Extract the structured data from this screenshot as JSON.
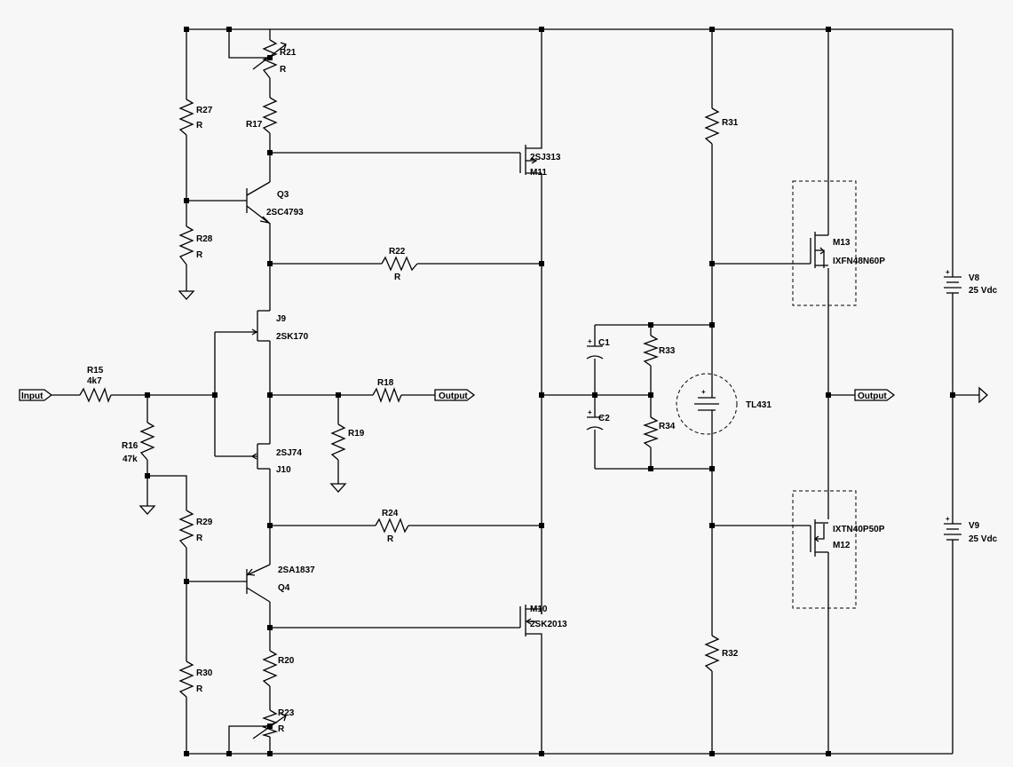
{
  "labels": {
    "R21": "R21",
    "R21v": "R",
    "R27": "R27",
    "R27v": "R",
    "R17": "R17",
    "Q3": "Q3",
    "Q3v": "2SC4793",
    "R28": "R28",
    "R28v": "R",
    "R22": "R22",
    "R22v": "R",
    "J9": "J9",
    "J9v": "2SK170",
    "R15": "R15",
    "R15v": "4k7",
    "R16": "R16",
    "R16v": "47k",
    "R18": "R18",
    "R19": "R19",
    "J10": "J10",
    "J10v": "2SJ74",
    "R29": "R29",
    "R29v": "R",
    "R24": "R24",
    "R24v": "R",
    "Q4": "Q4",
    "Q4v": "2SA1837",
    "R20": "R20",
    "R30": "R30",
    "R30v": "R",
    "R23": "R23",
    "R23v": "R",
    "M11": "M11",
    "M11v": "2SJ313",
    "M10": "M10",
    "M10v": "2SK2013",
    "C1": "C1",
    "C2": "C2",
    "R33": "R33",
    "R34": "R34",
    "TL431": "TL431",
    "R31": "R31",
    "R32": "R32",
    "M13": "M13",
    "M13v": "IXFN48N60P",
    "M12": "M12",
    "M12v": "IXTN40P50P",
    "V8": "V8",
    "V8v": "25 Vdc",
    "V9": "V9",
    "V9v": "25 Vdc",
    "plus": "+"
  },
  "ports": {
    "input": "Input",
    "output_mid": "Output",
    "output_right": "Output"
  }
}
